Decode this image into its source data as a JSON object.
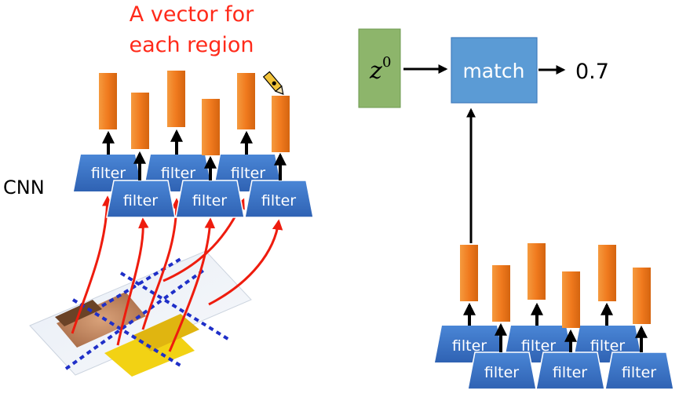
{
  "left_panel": {
    "title_line1": "A vector for",
    "title_line2": "each region",
    "cnn_label": "CNN",
    "filter_label": "filter"
  },
  "right_panel": {
    "z_symbol": "z",
    "z_superscript": "0",
    "match_label": "match",
    "output_value": "0.7",
    "filter_label": "filter"
  },
  "colors": {
    "title_red": "#ff2a1a",
    "orange_bar": "#f07a1e",
    "filter_blue": "#3a75c7",
    "match_blue": "#5b9bd5",
    "z_green": "#8db56b",
    "red_arrow": "#ee1c0e",
    "grid_blue": "#1f2fc8"
  },
  "icons": {
    "cursor": "pen-cursor-icon"
  }
}
